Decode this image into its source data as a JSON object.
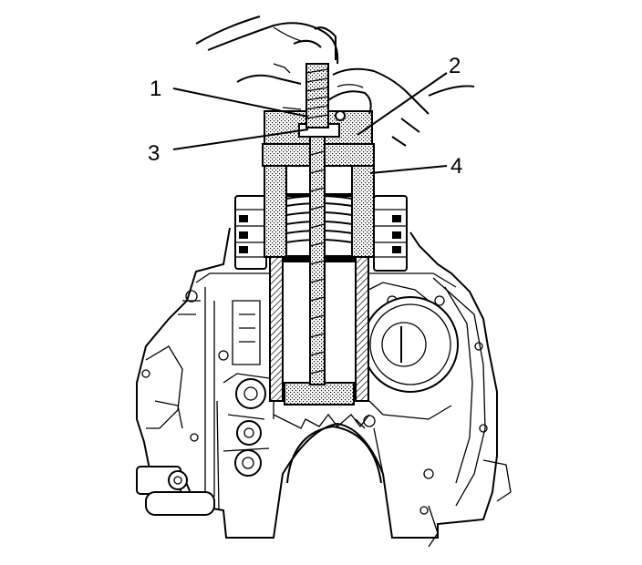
{
  "diagram": {
    "callouts": [
      {
        "id": "1",
        "label": "1"
      },
      {
        "id": "2",
        "label": "2"
      },
      {
        "id": "3",
        "label": "3"
      },
      {
        "id": "4",
        "label": "4"
      }
    ]
  },
  "colors": {
    "line": "#000000",
    "background": "#ffffff",
    "hatch": "#000000"
  }
}
